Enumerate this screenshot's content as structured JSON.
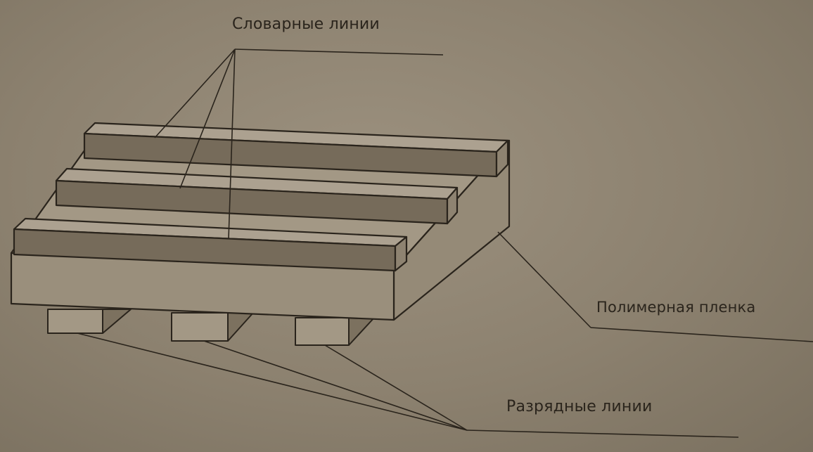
{
  "labels": {
    "word_lines": "Словарные линии",
    "polymer_film": "Полимерная пленка",
    "bit_lines": "Разрядные линии"
  },
  "colors": {
    "background": "#8c816f",
    "light_face": "#a39885",
    "dark_strip": "#756a59",
    "ink": "#2a241c"
  }
}
